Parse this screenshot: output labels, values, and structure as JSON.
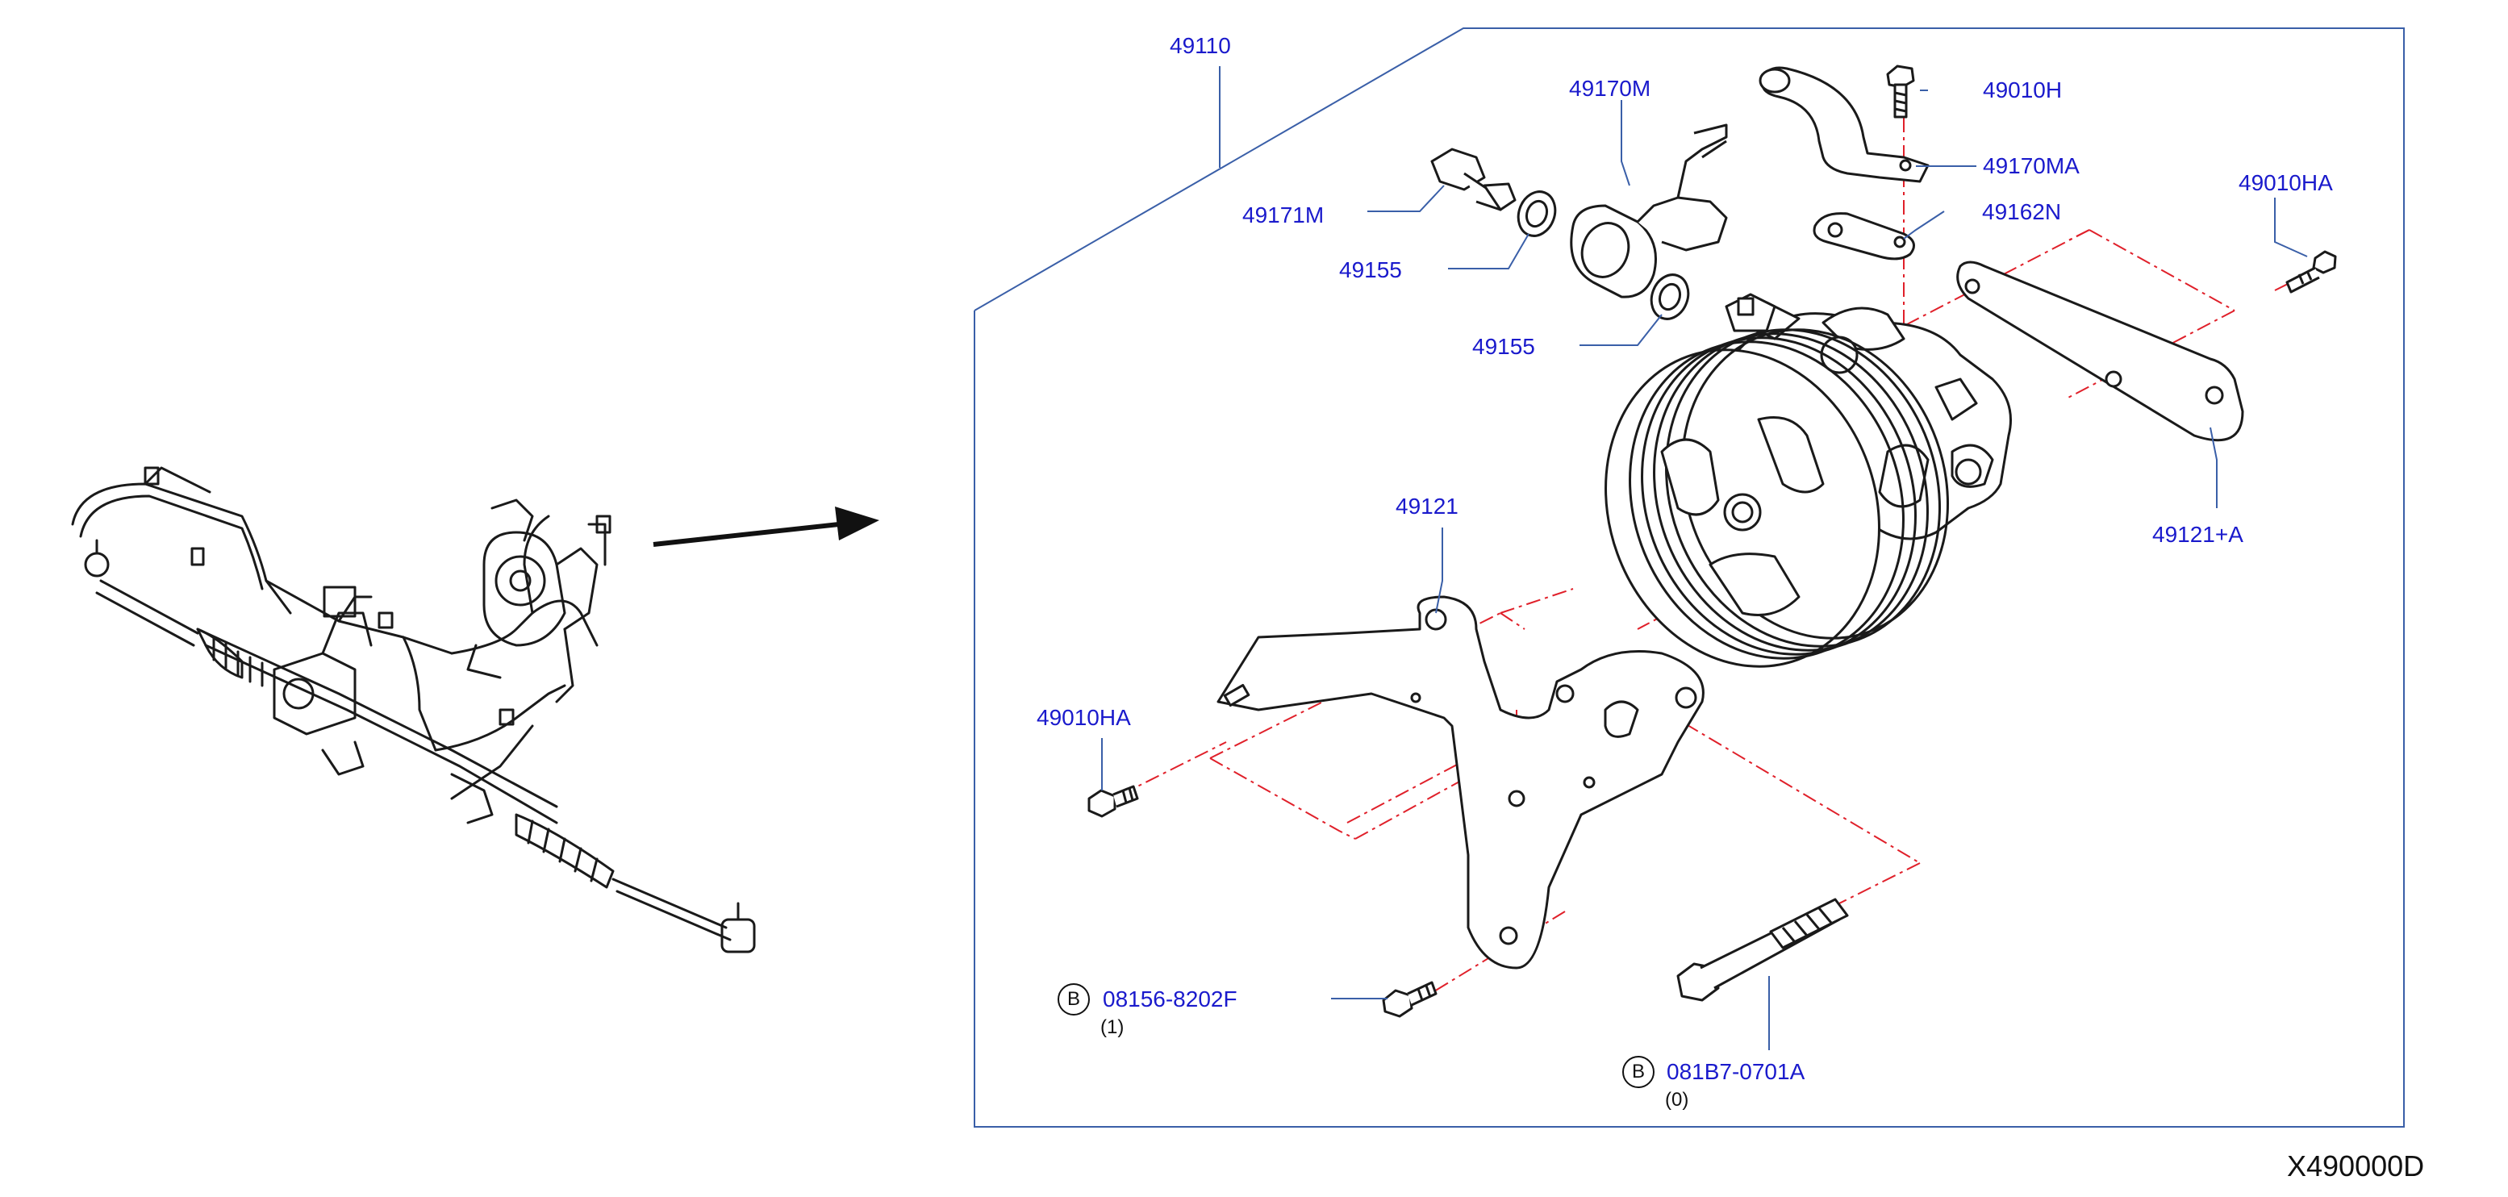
{
  "diagram": {
    "code": "X490000D",
    "assembly_label": "49110",
    "callouts": [
      {
        "key": "49110",
        "text": "49110"
      },
      {
        "key": "49170M",
        "text": "49170M"
      },
      {
        "key": "49010H",
        "text": "49010H"
      },
      {
        "key": "49170MA",
        "text": "49170MA"
      },
      {
        "key": "49010HA_right",
        "text": "49010HA"
      },
      {
        "key": "49171M",
        "text": "49171M"
      },
      {
        "key": "49162N",
        "text": "49162N"
      },
      {
        "key": "49155_upper",
        "text": "49155"
      },
      {
        "key": "49155_lower",
        "text": "49155"
      },
      {
        "key": "49121",
        "text": "49121"
      },
      {
        "key": "49121A",
        "text": "49121+A"
      },
      {
        "key": "49010HA_left",
        "text": "49010HA"
      },
      {
        "key": "08156",
        "text": "08156-8202F"
      },
      {
        "key": "081B7",
        "text": "081B7-0701A"
      }
    ],
    "bolt_markers": [
      {
        "key": "b1",
        "symbol": "B",
        "qty": "(1)"
      },
      {
        "key": "b2",
        "symbol": "B",
        "qty": "(0)"
      }
    ],
    "colors": {
      "callout_text": "#1a1acc",
      "frame_line": "#3a5fa8",
      "phantom_line": "#e0202a",
      "drawing": "#1a1a1a"
    },
    "icons": [
      "steering-rack-assembly-icon",
      "arrow-right-icon",
      "power-steering-pump-icon",
      "bracket-icon",
      "bolt-icon",
      "washer-icon",
      "connector-icon",
      "pipe-icon",
      "gasket-icon"
    ]
  }
}
